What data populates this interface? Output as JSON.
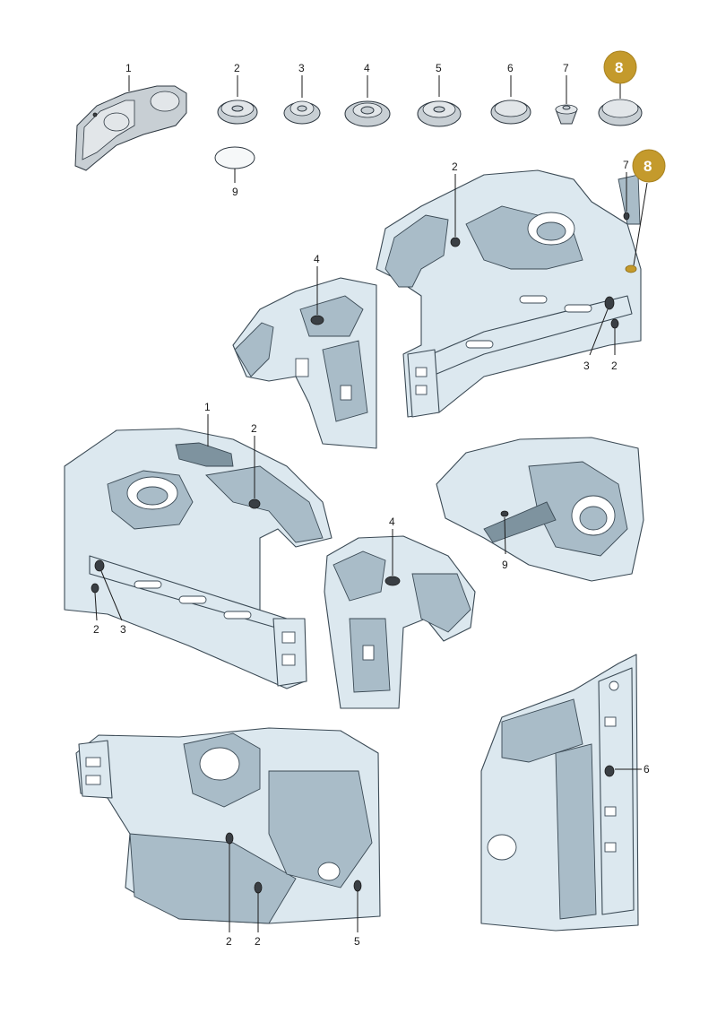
{
  "callouts": {
    "part_1": "1",
    "part_2": "2",
    "part_3": "3",
    "part_4": "4",
    "part_5": "5",
    "part_6": "6",
    "part_7": "7",
    "part_8": "8",
    "part_9": "9"
  },
  "colors": {
    "highlight_badge": "#c49a2c",
    "body_panel": "#dce8ef",
    "panel_shade": "#a9bcc8",
    "outline": "#3b4a55"
  }
}
